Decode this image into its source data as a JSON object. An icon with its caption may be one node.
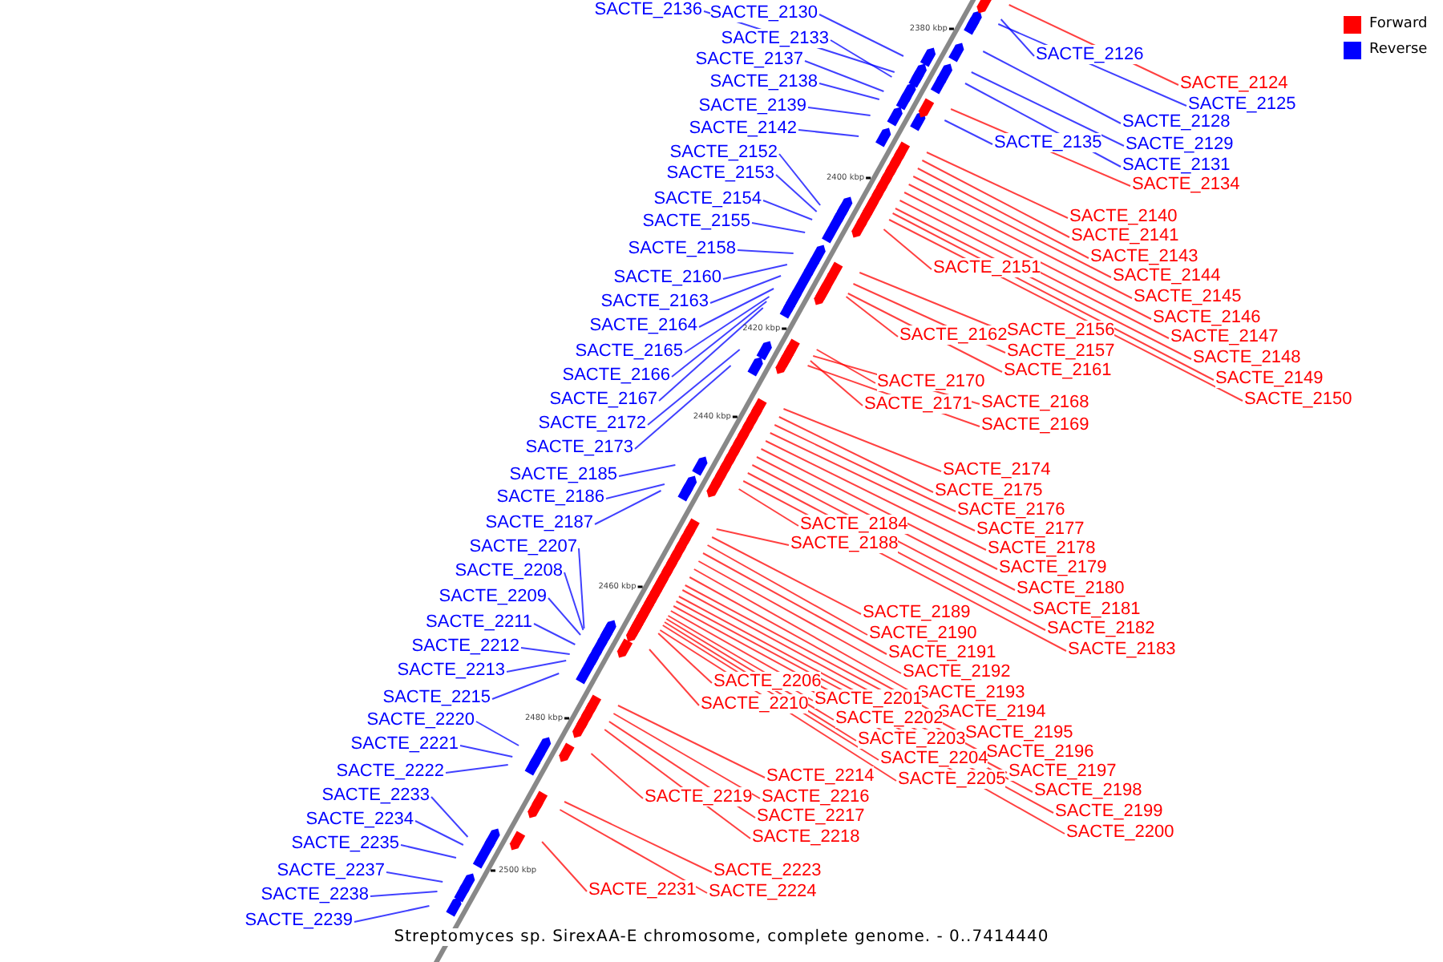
{
  "diagram": {
    "caption": "Streptomyces sp. SirexAA-E chromosome, complete genome. - 0..7414440",
    "nodes": [
      {
        "text": [
          "SACTE_2136"
        ]
      },
      {
        "text": [
          "SACTE_2130"
        ]
      },
      {
        "text": [
          "SACTE_2133"
        ]
      },
      {
        "text": [
          "SACTE_2137"
        ]
      },
      {
        "text": [
          "SACTE_2138"
        ]
      },
      {
        "text": [
          "SACTE_2139"
        ]
      },
      {
        "text": [
          "SACTE_2142"
        ]
      },
      {
        "text": [
          "SACTE_2152"
        ]
      },
      {
        "text": [
          "SACTE_2153"
        ]
      },
      {
        "text": [
          "SACTE_2154"
        ]
      },
      {
        "text": [
          "SACTE_2155"
        ]
      },
      {
        "text": [
          "SACTE_2158"
        ]
      },
      {
        "text": [
          "SACTE_2160"
        ]
      },
      {
        "text": [
          "SACTE_2163"
        ]
      },
      {
        "text": [
          "SACTE_2164"
        ]
      },
      {
        "text": [
          "SACTE_2165"
        ]
      },
      {
        "text": [
          "SACTE_2166"
        ]
      },
      {
        "text": [
          "SACTE_2167"
        ]
      },
      {
        "text": [
          "SACTE_2172"
        ]
      },
      {
        "text": [
          "SACTE_2173"
        ]
      },
      {
        "text": [
          "SACTE_2185"
        ]
      },
      {
        "text": [
          "SACTE_2186"
        ]
      },
      {
        "text": [
          "SACTE_2187"
        ]
      },
      {
        "text": [
          "SACTE_2207"
        ]
      },
      {
        "text": [
          "SACTE_2208"
        ]
      },
      {
        "text": [
          "SACTE_2209"
        ]
      },
      {
        "text": [
          "SACTE_2211"
        ]
      },
      {
        "text": [
          "SACTE_2212"
        ]
      },
      {
        "text": [
          "SACTE_2213"
        ]
      },
      {
        "text": [
          "SACTE_2215"
        ]
      },
      {
        "text": [
          "SACTE_2220"
        ]
      },
      {
        "text": [
          "SACTE_2221"
        ]
      },
      {
        "text": [
          "SACTE_2222"
        ]
      },
      {
        "text": [
          "SACTE_2233"
        ]
      },
      {
        "text": [
          "SACTE_2234"
        ]
      },
      {
        "text": [
          "SACTE_2235"
        ]
      },
      {
        "text": [
          "SACTE_2237"
        ]
      },
      {
        "text": [
          "SACTE_2238"
        ]
      },
      {
        "text": [
          "SACTE_2239"
        ]
      },
      {
        "text": [
          "SACTE_2126"
        ]
      },
      {
        "text": [
          "SACTE_2124"
        ]
      },
      {
        "text": [
          "SACTE_2125"
        ]
      },
      {
        "text": [
          "SACTE_2128"
        ]
      },
      {
        "text": [
          "SACTE_2129"
        ]
      },
      {
        "text": [
          "SACTE_2135"
        ]
      },
      {
        "text": [
          "SACTE_2131"
        ]
      },
      {
        "text": [
          "SACTE_2134"
        ]
      },
      {
        "text": [
          "SACTE_2140"
        ]
      },
      {
        "text": [
          "SACTE_2141"
        ]
      },
      {
        "text": [
          "SACTE_2143"
        ]
      },
      {
        "text": [
          "SACTE_2144"
        ]
      },
      {
        "text": [
          "SACTE_2151"
        ]
      },
      {
        "text": [
          "SACTE_2145"
        ]
      },
      {
        "text": [
          "SACTE_2146"
        ]
      },
      {
        "text": [
          "SACTE_2156"
        ]
      },
      {
        "text": [
          "SACTE_2162"
        ]
      },
      {
        "text": [
          "SACTE_2147"
        ]
      },
      {
        "text": [
          "SACTE_2157"
        ]
      },
      {
        "text": [
          "SACTE_2148"
        ]
      },
      {
        "text": [
          "SACTE_2161"
        ]
      },
      {
        "text": [
          "SACTE_2149"
        ]
      },
      {
        "text": [
          "SACTE_2170"
        ]
      },
      {
        "text": [
          "SACTE_2150"
        ]
      },
      {
        "text": [
          "SACTE_2171"
        ]
      },
      {
        "text": [
          "SACTE_2168"
        ]
      },
      {
        "text": [
          "SACTE_2169"
        ]
      },
      {
        "text": [
          "SACTE_2174"
        ]
      },
      {
        "text": [
          "SACTE_2175"
        ]
      },
      {
        "text": [
          "SACTE_2176"
        ]
      },
      {
        "text": [
          "SACTE_2184"
        ]
      },
      {
        "text": [
          "SACTE_2177"
        ]
      },
      {
        "text": [
          "SACTE_2188"
        ]
      },
      {
        "text": [
          "SACTE_2178"
        ]
      },
      {
        "text": [
          "SACTE_2179"
        ]
      },
      {
        "text": [
          "SACTE_2180"
        ]
      },
      {
        "text": [
          "SACTE_2189"
        ]
      },
      {
        "text": [
          "SACTE_2181"
        ]
      },
      {
        "text": [
          "SACTE_2190"
        ]
      },
      {
        "text": [
          "SACTE_2182"
        ]
      },
      {
        "text": [
          "SACTE_2183"
        ]
      },
      {
        "text": [
          "SACTE_2191"
        ]
      },
      {
        "text": [
          "SACTE_2192"
        ]
      },
      {
        "text": [
          "SACTE_2206"
        ]
      },
      {
        "text": [
          "SACTE_2193"
        ]
      },
      {
        "text": [
          "SACTE_2201"
        ]
      },
      {
        "text": [
          "SACTE_2210"
        ]
      },
      {
        "text": [
          "SACTE_2194"
        ]
      },
      {
        "text": [
          "SACTE_2202"
        ]
      },
      {
        "text": [
          "SACTE_2195"
        ]
      },
      {
        "text": [
          "SACTE_2203"
        ]
      },
      {
        "text": [
          "SACTE_2196"
        ]
      },
      {
        "text": [
          "SACTE_2204"
        ]
      },
      {
        "text": [
          "SACTE_2197"
        ]
      },
      {
        "text": [
          "SACTE_2214"
        ]
      },
      {
        "text": [
          "SACTE_2205"
        ]
      },
      {
        "text": [
          "SACTE_2198"
        ]
      },
      {
        "text": [
          "SACTE_2219"
        ]
      },
      {
        "text": [
          "SACTE_2216"
        ]
      },
      {
        "text": [
          "SACTE_2199"
        ]
      },
      {
        "text": [
          "SACTE_2217"
        ]
      },
      {
        "text": [
          "SACTE_2200"
        ]
      },
      {
        "text": [
          "SACTE_2218"
        ]
      },
      {
        "text": [
          "SACTE_2223"
        ]
      },
      {
        "text": [
          "SACTE_2231"
        ]
      },
      {
        "text": [
          "SACTE_2224"
        ]
      }
    ],
    "edges": [
      {
        "from": 0,
        "to": null,
        "arrow": "none",
        "color": "#0000ff"
      },
      {
        "from": 1,
        "to": null,
        "arrow": "none",
        "color": "#0000ff"
      },
      {
        "from": 2,
        "to": null,
        "arrow": "none",
        "color": "#0000ff"
      },
      {
        "from": 3,
        "to": null,
        "arrow": "none",
        "color": "#0000ff"
      },
      {
        "from": 4,
        "to": null,
        "arrow": "none",
        "color": "#0000ff"
      },
      {
        "from": 5,
        "to": null,
        "arrow": "none",
        "color": "#0000ff"
      },
      {
        "from": 6,
        "to": null,
        "arrow": "none",
        "color": "#0000ff"
      },
      {
        "from": 7,
        "to": null,
        "arrow": "none",
        "color": "#0000ff"
      },
      {
        "from": 8,
        "to": null,
        "arrow": "none",
        "color": "#0000ff"
      },
      {
        "from": 9,
        "to": null,
        "arrow": "none",
        "color": "#0000ff"
      },
      {
        "from": 10,
        "to": null,
        "arrow": "none",
        "color": "#0000ff"
      },
      {
        "from": 11,
        "to": null,
        "arrow": "none",
        "color": "#0000ff"
      },
      {
        "from": 12,
        "to": null,
        "arrow": "none",
        "color": "#0000ff"
      },
      {
        "from": 13,
        "to": null,
        "arrow": "none",
        "color": "#0000ff"
      },
      {
        "from": 14,
        "to": null,
        "arrow": "none",
        "color": "#0000ff"
      },
      {
        "from": 15,
        "to": null,
        "arrow": "none",
        "color": "#0000ff"
      },
      {
        "from": 16,
        "to": null,
        "arrow": "none",
        "color": "#0000ff"
      },
      {
        "from": 17,
        "to": null,
        "arrow": "none",
        "color": "#0000ff"
      },
      {
        "from": 18,
        "to": null,
        "arrow": "none",
        "color": "#0000ff"
      },
      {
        "from": 19,
        "to": null,
        "arrow": "none",
        "color": "#0000ff"
      },
      {
        "from": 20,
        "to": null,
        "arrow": "none",
        "color": "#0000ff"
      },
      {
        "from": 21,
        "to": null,
        "arrow": "none",
        "color": "#0000ff"
      },
      {
        "from": 22,
        "to": null,
        "arrow": "none",
        "color": "#0000ff"
      },
      {
        "from": 23,
        "to": null,
        "arrow": "none",
        "color": "#0000ff"
      },
      {
        "from": 24,
        "to": null,
        "arrow": "none",
        "color": "#0000ff"
      },
      {
        "from": 25,
        "to": null,
        "arrow": "none",
        "color": "#0000ff"
      },
      {
        "from": 26,
        "to": null,
        "arrow": "none",
        "color": "#0000ff"
      },
      {
        "from": 27,
        "to": null,
        "arrow": "none",
        "color": "#0000ff"
      },
      {
        "from": 28,
        "to": null,
        "arrow": "none",
        "color": "#0000ff"
      },
      {
        "from": 29,
        "to": null,
        "arrow": "none",
        "color": "#0000ff"
      },
      {
        "from": 30,
        "to": null,
        "arrow": "none",
        "color": "#0000ff"
      },
      {
        "from": 31,
        "to": null,
        "arrow": "none",
        "color": "#0000ff"
      },
      {
        "from": 32,
        "to": null,
        "arrow": "none",
        "color": "#0000ff"
      },
      {
        "from": 33,
        "to": null,
        "arrow": "none",
        "color": "#0000ff"
      },
      {
        "from": 34,
        "to": null,
        "arrow": "none",
        "color": "#0000ff"
      },
      {
        "from": 35,
        "to": null,
        "arrow": "none",
        "color": "#0000ff"
      },
      {
        "from": 36,
        "to": null,
        "arrow": "none",
        "color": "#0000ff"
      },
      {
        "from": 37,
        "to": null,
        "arrow": "none",
        "color": "#0000ff"
      },
      {
        "from": 38,
        "to": null,
        "arrow": "none",
        "color": "#0000ff"
      },
      {
        "from": 39,
        "to": null,
        "arrow": "none",
        "color": "#0000ff"
      },
      {
        "from": 40,
        "to": null,
        "arrow": "none"
      },
      {
        "from": 41,
        "to": null,
        "arrow": "none",
        "color": "#0000ff"
      },
      {
        "from": 42,
        "to": null,
        "arrow": "none",
        "color": "#0000ff"
      },
      {
        "from": 43,
        "to": null,
        "arrow": "none",
        "color": "#0000ff"
      },
      {
        "from": 44,
        "to": null,
        "arrow": "none",
        "color": "#0000ff"
      },
      {
        "from": 45,
        "to": null,
        "arrow": "none",
        "color": "#0000ff"
      },
      {
        "from": 46,
        "to": null,
        "arrow": "none"
      },
      {
        "from": 47,
        "to": null,
        "arrow": "none"
      },
      {
        "from": 48,
        "to": null,
        "arrow": "none"
      },
      {
        "from": 49,
        "to": null,
        "arrow": "none"
      },
      {
        "from": 50,
        "to": null,
        "arrow": "none"
      },
      {
        "from": 51,
        "to": null,
        "arrow": "none"
      },
      {
        "from": 52,
        "to": null,
        "arrow": "none"
      },
      {
        "from": 53,
        "to": null,
        "arrow": "none"
      },
      {
        "from": 54,
        "to": null,
        "arrow": "none"
      },
      {
        "from": 55,
        "to": null,
        "arrow": "none"
      },
      {
        "from": 56,
        "to": null,
        "arrow": "none"
      },
      {
        "from": 57,
        "to": null,
        "arrow": "none"
      },
      {
        "from": 58,
        "to": null,
        "arrow": "none"
      },
      {
        "from": 59,
        "to": null,
        "arrow": "none"
      },
      {
        "from": 60,
        "to": null,
        "arrow": "none"
      },
      {
        "from": 61,
        "to": null,
        "arrow": "none"
      },
      {
        "from": 62,
        "to": null,
        "arrow": "none"
      },
      {
        "from": 63,
        "to": null,
        "arrow": "none"
      },
      {
        "from": 64,
        "to": null,
        "arrow": "none"
      },
      {
        "from": 65,
        "to": null,
        "arrow": "none"
      },
      {
        "from": 66,
        "to": null,
        "arrow": "none"
      },
      {
        "from": 67,
        "to": null,
        "arrow": "none"
      },
      {
        "from": 68,
        "to": null,
        "arrow": "none"
      },
      {
        "from": 69,
        "to": null,
        "arrow": "none"
      },
      {
        "from": 70,
        "to": null,
        "arrow": "none"
      },
      {
        "from": 71,
        "to": null,
        "arrow": "none"
      },
      {
        "from": 72,
        "to": null,
        "arrow": "none"
      },
      {
        "from": 73,
        "to": null,
        "arrow": "none"
      },
      {
        "from": 74,
        "to": null,
        "arrow": "none"
      },
      {
        "from": 75,
        "to": null,
        "arrow": "none"
      },
      {
        "from": 76,
        "to": null,
        "arrow": "none"
      },
      {
        "from": 77,
        "to": null,
        "arrow": "none"
      },
      {
        "from": 78,
        "to": null,
        "arrow": "none"
      },
      {
        "from": 79,
        "to": null,
        "arrow": "none"
      },
      {
        "from": 80,
        "to": null,
        "arrow": "none"
      },
      {
        "from": 81,
        "to": null,
        "arrow": "none"
      },
      {
        "from": 82,
        "to": null,
        "arrow": "none"
      },
      {
        "from": 83,
        "to": null,
        "arrow": "none"
      },
      {
        "from": 84,
        "to": null,
        "arrow": "none"
      },
      {
        "from": 85,
        "to": null,
        "arrow": "none"
      },
      {
        "from": 86,
        "to": null,
        "arrow": "none"
      },
      {
        "from": 87,
        "to": null,
        "arrow": "none"
      },
      {
        "from": 88,
        "to": null,
        "arrow": "none"
      },
      {
        "from": 89,
        "to": null,
        "arrow": "none"
      },
      {
        "from": 90,
        "to": null,
        "arrow": "none"
      },
      {
        "from": 91,
        "to": null,
        "arrow": "none"
      },
      {
        "from": 92,
        "to": null,
        "arrow": "none"
      },
      {
        "from": 93,
        "to": null,
        "arrow": "none"
      },
      {
        "from": 94,
        "to": null,
        "arrow": "none"
      },
      {
        "from": 95,
        "to": null,
        "arrow": "none"
      },
      {
        "from": 96,
        "to": null,
        "arrow": "none"
      },
      {
        "from": 97,
        "to": null,
        "arrow": "none"
      },
      {
        "from": 98,
        "to": null,
        "arrow": "none"
      },
      {
        "from": 99,
        "to": null,
        "arrow": "none"
      },
      {
        "from": 100,
        "to": null,
        "arrow": "none"
      },
      {
        "from": 101,
        "to": null,
        "arrow": "none"
      },
      {
        "from": 102,
        "to": null,
        "arrow": "none"
      },
      {
        "from": 103,
        "to": null,
        "arrow": "none"
      },
      {
        "from": 104,
        "to": null,
        "arrow": "none"
      }
    ],
    "labels": [
      "2380 kbp",
      "2400 kbp",
      "2420 kbp",
      "2440 kbp",
      "2460 kbp",
      "2480 kbp",
      "2500 kbp"
    ],
    "legend": [
      {
        "text": "Forward",
        "color": "#ff0000"
      },
      {
        "text": "Reverse",
        "color": "#0000ff"
      }
    ]
  }
}
